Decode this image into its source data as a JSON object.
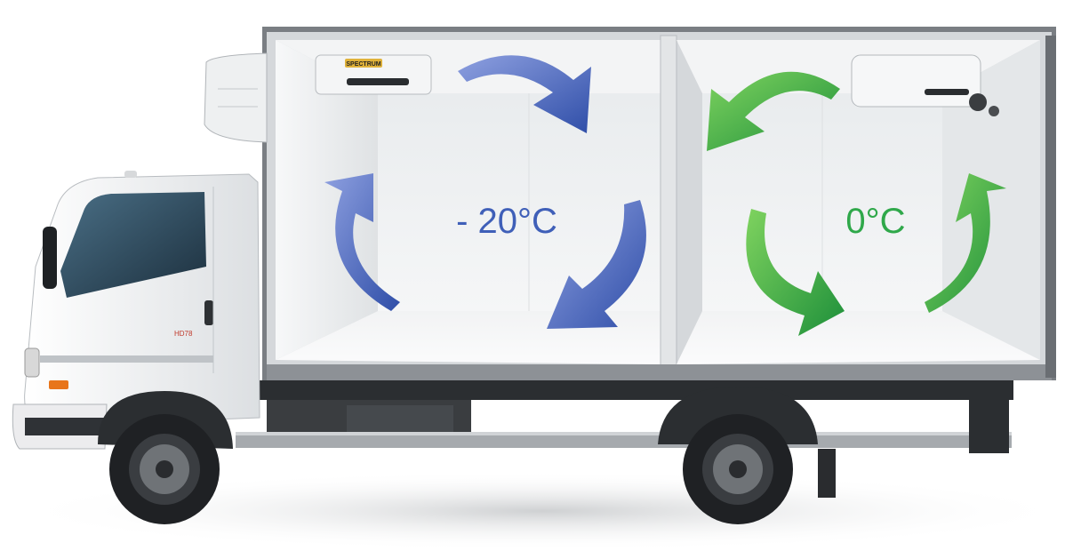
{
  "zones": {
    "frozen": {
      "temperature": "- 20°C",
      "color": "#3f5fb8"
    },
    "chilled": {
      "temperature": "0°C",
      "color": "#2fa84a"
    }
  },
  "truck": {
    "model_badge": "HD78",
    "reefer_unit_brand": "SPECTRUM"
  },
  "colors": {
    "cab": "#f4f5f6",
    "box_interior": "#eceeef",
    "frame": "#5a5e63",
    "tire": "#1f2124"
  }
}
